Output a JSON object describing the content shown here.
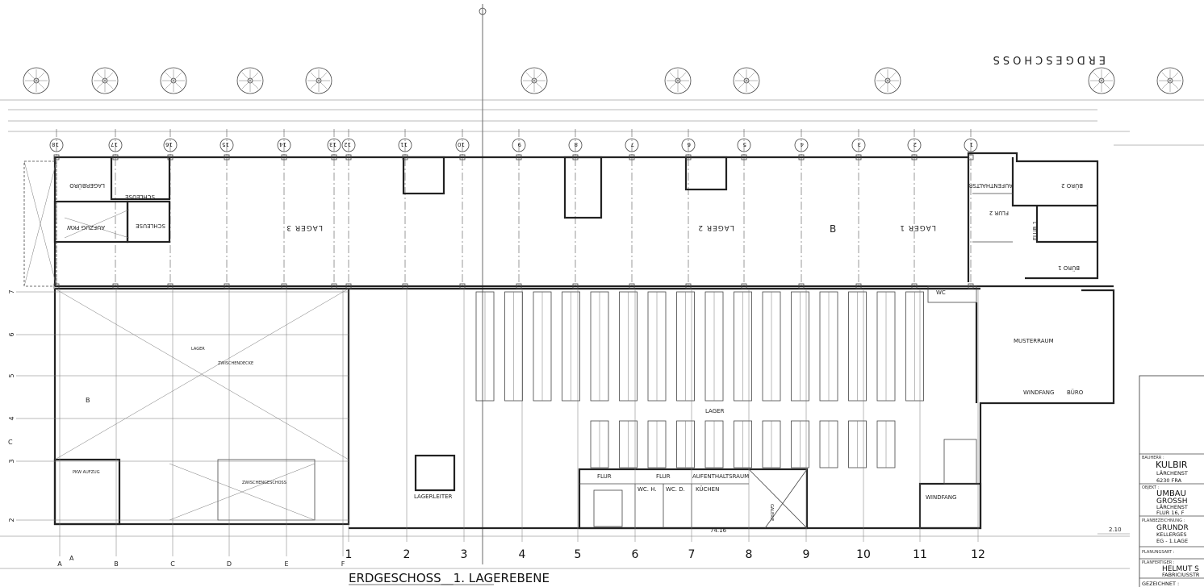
{
  "drawing": {
    "title": "ERDGESCHOSS__1. LAGEREBENE",
    "mirrored_heading": "ERDGESCHOSS",
    "dimension_total": "74.16",
    "dimension_right": "2.10",
    "grid_numbers_bottom": [
      "1",
      "2",
      "3",
      "4",
      "5",
      "6",
      "7",
      "8",
      "9",
      "10",
      "11",
      "12"
    ],
    "grid_letters_bottom": [
      "A",
      "B",
      "C",
      "D",
      "E",
      "F"
    ],
    "grid_numbers_left": [
      "2",
      "3",
      "4",
      "5",
      "6",
      "7"
    ],
    "column_circles_top": [
      "18",
      "17",
      "16",
      "15",
      "14",
      "13",
      "12",
      "11",
      "10",
      "9",
      "8",
      "7",
      "6",
      "5",
      "4",
      "3",
      "2",
      "1"
    ],
    "rooms_upper": {
      "lager3": "LAGER 3",
      "lager2": "LAGER 2",
      "lager1": "LAGER 1",
      "schleuse1": "SCHLEUSE",
      "schleuse2": "SCHLEUSE",
      "lagerbuero": "LAGERBÜRO",
      "aufzug_pkw": "AUFZUG PKW",
      "aufenthaltsr": "AUFENTHALTSR",
      "buero2": "BÜRO 2",
      "buero1": "BÜRO 1",
      "flur2": "FLUR 2",
      "flur1": "FLUR 1"
    },
    "rooms_lower": {
      "musterraum": "MUSTERRAUM",
      "windfang": "WINDFANG",
      "buero": "BÜRO",
      "lager": "LAGER",
      "flur_a": "FLUR",
      "flur_b": "FLUR",
      "wc_h": "WC. H.",
      "wc_d": "WC. D.",
      "kuechen": "KÜCHEN",
      "aufenthaltsraum": "AUFENTHALTSRAUM",
      "galerie": "GALERIE",
      "lagerleiter": "LAGERLEITER",
      "windfang2": "WINDFANG",
      "wc": "WC",
      "zwischendecke": "ZWISCHENDECKE",
      "zwischengeschoss": "ZWISCHENGESCHOSS",
      "pkw_aufzug": "PKW AUFZUG",
      "lager_left": "LAGER"
    },
    "section_marks": [
      "B",
      "B",
      "C",
      "A"
    ]
  },
  "title_block": {
    "bauherr_label": "BAUHERR :",
    "bauherr": [
      "KULBIR",
      "LÄRCHENST",
      "6230 FRA"
    ],
    "objekt_label": "OBJEKT :",
    "objekt": [
      "UMBAU",
      "GROSSH",
      "LÄRCHENST",
      "FLUR 16, F"
    ],
    "planbezeichnung_label": "PLANBEZEICHNUNG :",
    "planbezeichnung": [
      "GRUNDR",
      "KELLERGES",
      "EG - 1.LAGE"
    ],
    "planungsart_label": "PLANUNGSART :",
    "planfertiger_label": "PLANFERTIGER :",
    "planfertiger": [
      "HELMUT S",
      "FABRICIUSSTR"
    ],
    "gezeichnet_label": "GEZEICHNET :"
  }
}
